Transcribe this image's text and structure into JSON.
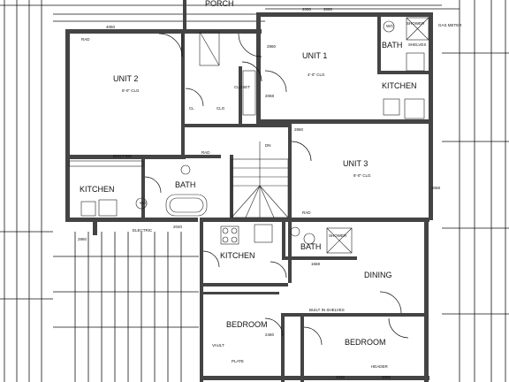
{
  "title": "PORCH",
  "rooms": {
    "unit1": "UNIT 1",
    "unit1_area": "4'-0\" CLG",
    "unit2": "UNIT 2",
    "unit2_area": "8'-0\" CLG",
    "unit3": "UNIT 3",
    "unit3_area": "8'-0\" CLG",
    "kitchen_unit1": "KITCHEN",
    "kitchen_left": "KITCHEN",
    "kitchen_center": "KITCHEN",
    "bath_upper_right": "BATH",
    "bath_center": "BATH",
    "bath_lower": "BATH",
    "dining": "DINING",
    "bedroom_left": "BEDROOM",
    "bedroom_right": "BEDROOM"
  },
  "labels": {
    "rad": "RAD",
    "shower": "SHOWER",
    "shelves": "SHELVES",
    "gas_meter": "GAS METER",
    "closet": "CLOSET",
    "electric": "ELECTRIC",
    "built_ins": "BUILT-INS",
    "built_in_shelves": "BUILT IN SHELVES",
    "header": "HEADER",
    "plate": "PLATE",
    "vault": "VAULT",
    "wc": "W/C",
    "dn": "DN",
    "clg": "CLG",
    "cl": "CL"
  },
  "dimensions": {
    "d2860": "2860",
    "d2068": "2068",
    "d2050": "2050",
    "d3050": "3050",
    "d4050": "4050",
    "d2460": "2460",
    "d2040": "2040",
    "d3068": "3068",
    "d1668": "1668"
  }
}
